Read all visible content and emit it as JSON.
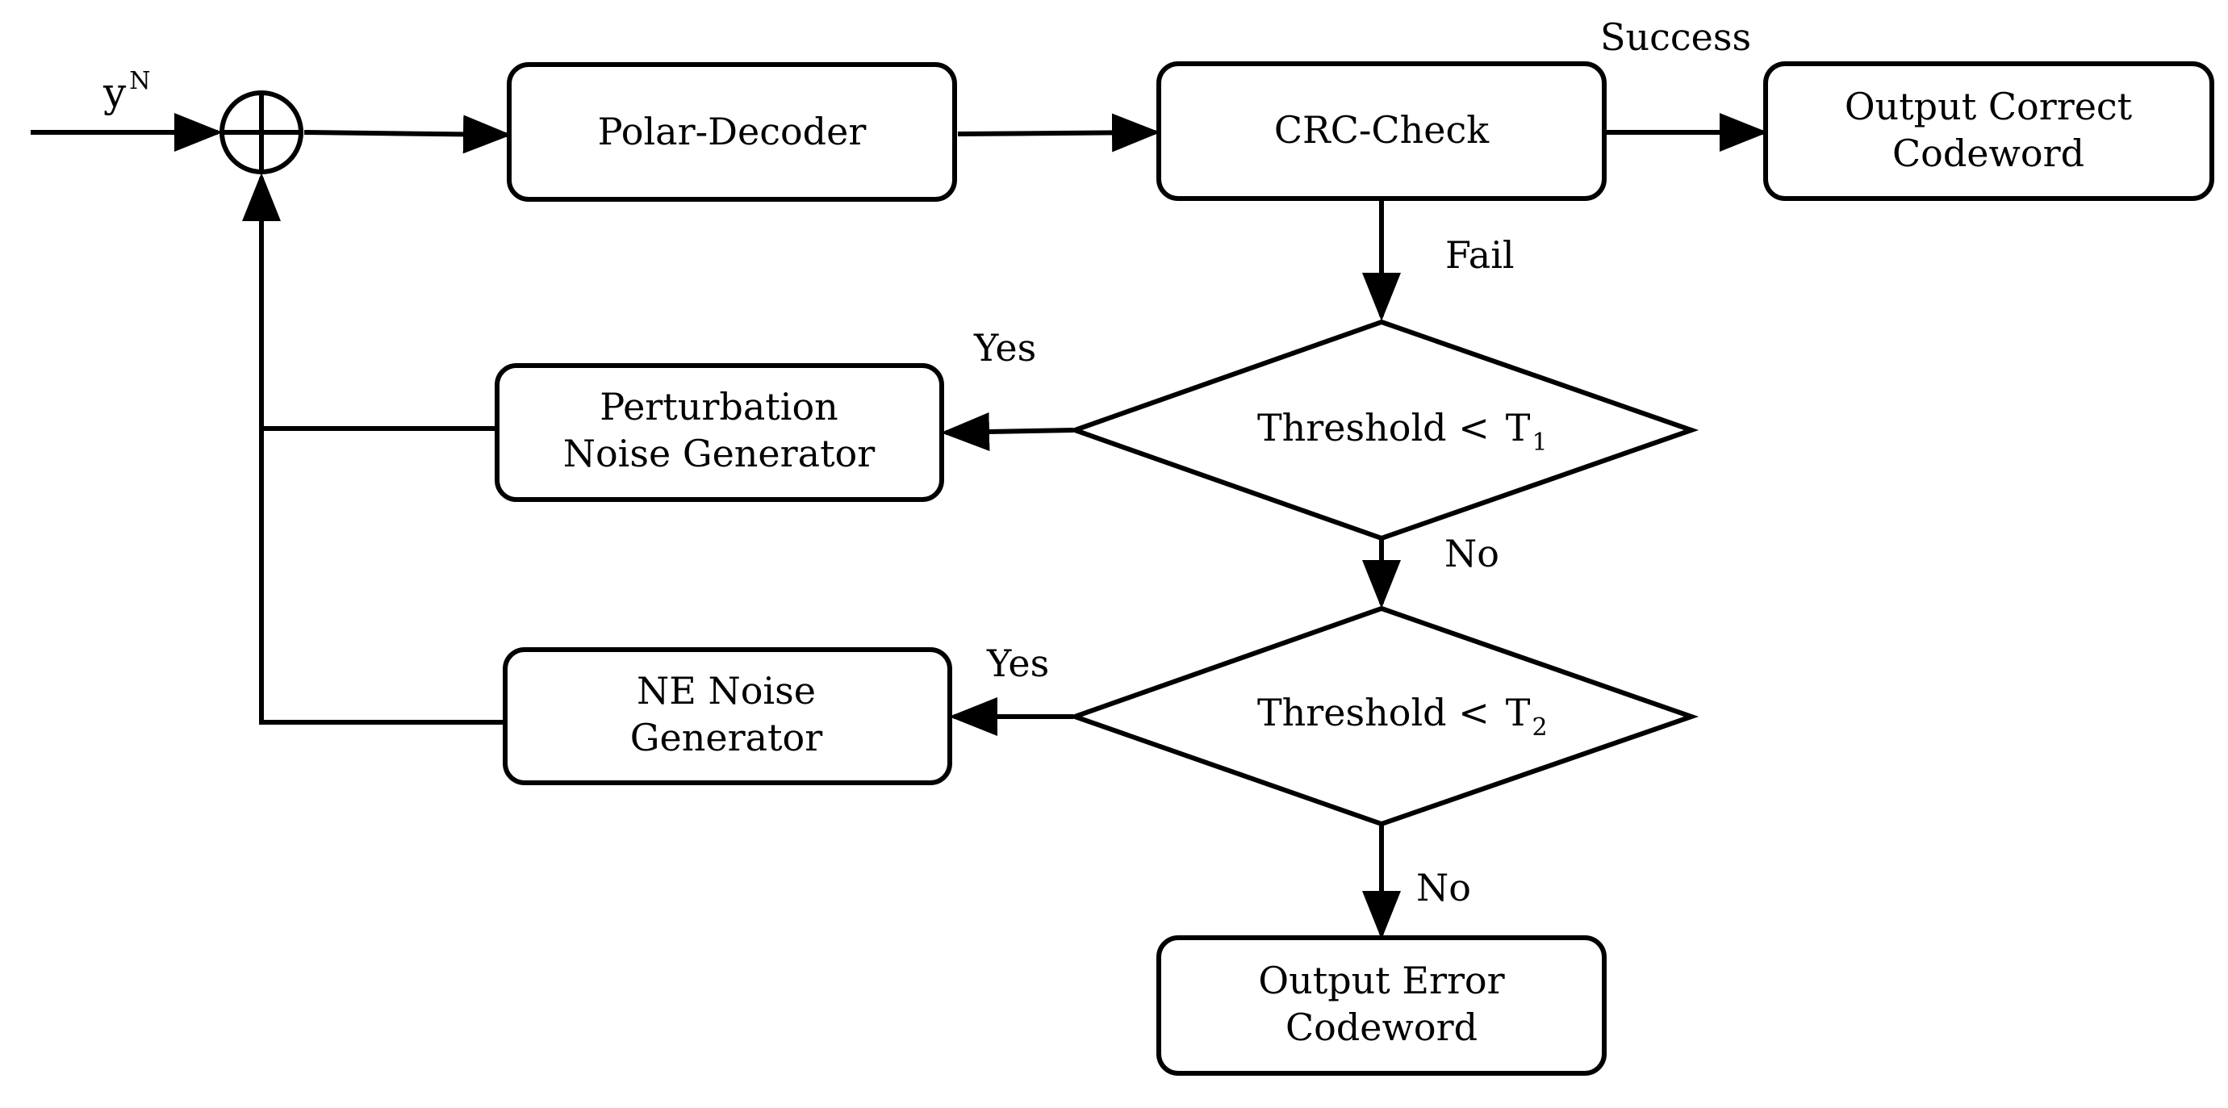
{
  "colors": {
    "stroke": "#000000",
    "background": "#ffffff",
    "text": "#000000"
  },
  "input": {
    "symbol": "y",
    "superscript": "N"
  },
  "nodes": {
    "polar_decoder": "Polar-Decoder",
    "crc_check": "CRC-Check",
    "output_correct": {
      "line1": "Output Correct",
      "line2": "Codeword"
    },
    "threshold1": {
      "text": "Threshold <",
      "var": "T",
      "sub": "1"
    },
    "threshold2": {
      "text": "Threshold <",
      "var": "T",
      "sub": "2"
    },
    "perturbation": {
      "line1": "Perturbation",
      "line2": "Noise Generator"
    },
    "ne_noise": {
      "line1": "NE Noise",
      "line2": "Generator"
    },
    "output_error": {
      "line1": "Output Error",
      "line2": "Codeword"
    }
  },
  "edge_labels": {
    "success": "Success",
    "fail": "Fail",
    "yes1": "Yes",
    "no1": "No",
    "yes2": "Yes",
    "no2": "No"
  },
  "icons": {
    "adder": "summing-junction-icon"
  }
}
